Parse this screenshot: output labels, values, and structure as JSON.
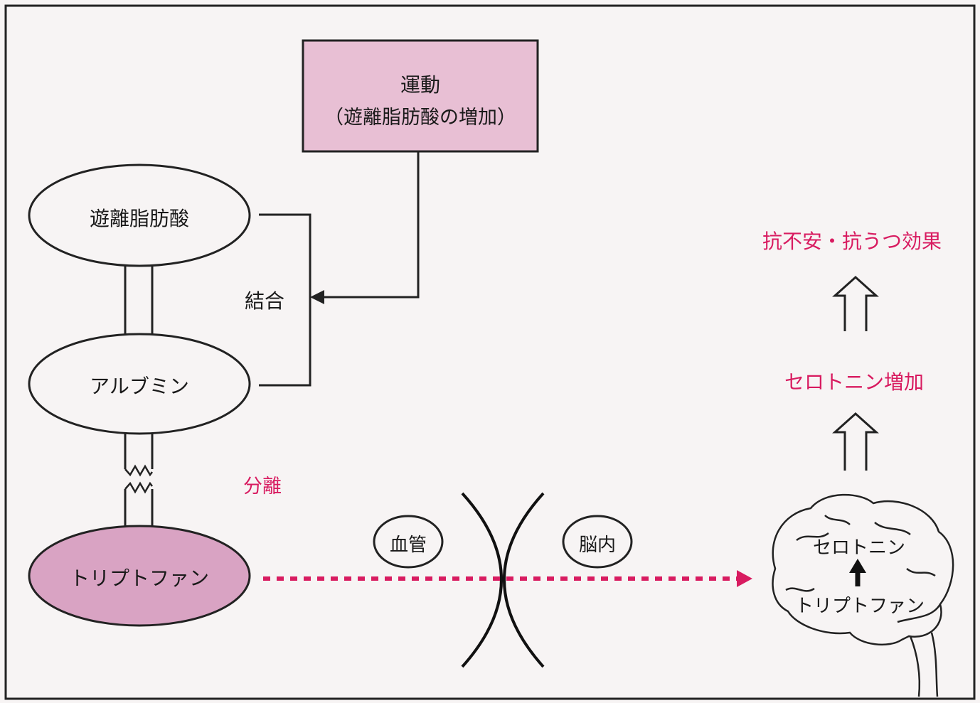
{
  "exercise": {
    "line1": "運動",
    "line2": "（遊離脂肪酸の増加）"
  },
  "ffa": "遊離脂肪酸",
  "binding": "結合",
  "albumin": "アルブミン",
  "separation": "分離",
  "tryptophan": "トリプトファン",
  "blood_vessel": "血管",
  "brain_inside": "脳内",
  "brain": {
    "serotonin": "セロトニン",
    "tryptophan": "トリプトファン"
  },
  "serotonin_increase": "セロトニン増加",
  "effect": "抗不安・抗うつ効果",
  "colors": {
    "accent": "#d81b60",
    "box_fill": "#e8bfd4",
    "ellipse_fill": "#d9a3c3",
    "line": "#111111"
  }
}
